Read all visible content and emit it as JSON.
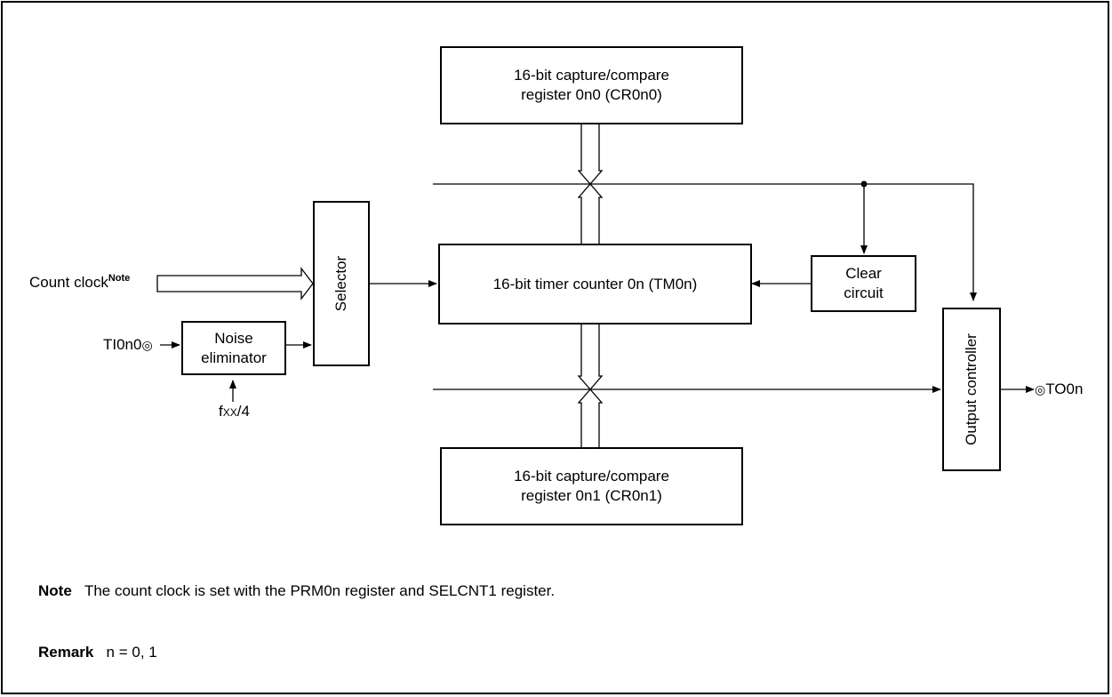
{
  "boxes": {
    "cr0n0": {
      "line1": "16-bit capture/compare",
      "line2": "register 0n0 (CR0n0)"
    },
    "cr0n1": {
      "line1": "16-bit capture/compare",
      "line2": "register 0n1 (CR0n1)"
    },
    "tm0n": "16-bit timer counter 0n (TM0n)",
    "selector": "Selector",
    "noise": {
      "line1": "Noise",
      "line2": "eliminator"
    },
    "clear": {
      "line1": "Clear",
      "line2": "circuit"
    },
    "output": "Output controller"
  },
  "signals": {
    "count_clock": "Count clock",
    "count_clock_sup": "Note",
    "ti_pin": "TI0n0",
    "to_pin": "TO0n",
    "fxx_f": "f",
    "fxx_sub": "XX",
    "fxx_div": "/4",
    "pin_symbol": "◎"
  },
  "notes": {
    "note_label": "Note",
    "note_text": "The count clock is set with the PRM0n register and SELCNT1 register.",
    "remark_label": "Remark",
    "remark_text": "n = 0, 1"
  }
}
